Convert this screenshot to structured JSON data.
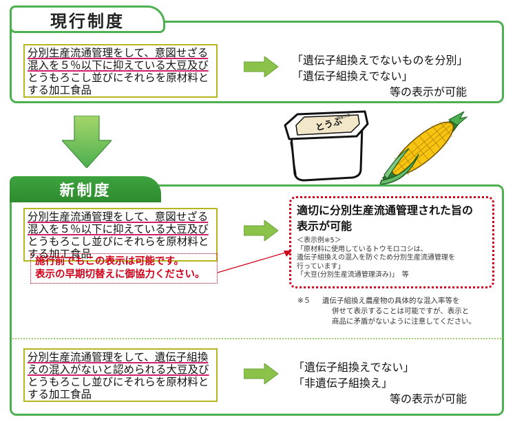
{
  "current": {
    "tab_label": "現行制度",
    "condition_lines": [
      "分別生産流通管理をして、意図せざる",
      "混入を５％以下に抑えている大豆及び",
      "とうもろこし並びにそれらを原材料と",
      "する加工食品"
    ],
    "result_lines": [
      "「遺伝子組換えでないものを分別」",
      "「遺伝子組換えでない」"
    ],
    "result_suffix": "等の表示が可能"
  },
  "new_system": {
    "tab_label": "新制度",
    "section1": {
      "condition_lines": [
        "分別生産流通管理をして、意図せざる",
        "混入を５％以下に抑えている大豆及び",
        "とうもろこし並びにそれらを原材料と",
        "する加工食品"
      ],
      "result_title_lines": [
        "適切に分別生産流通管理された旨の",
        "表示が可能"
      ],
      "example_lines": [
        "＜表示例※5＞",
        "「原材料に使用しているトウモロコシは、",
        "遺伝子組換えの混入を防ぐため分別生産流通管理を",
        "行っています」",
        "「大豆(分別生産流通管理済み)」　等"
      ],
      "note_lines": [
        "施行前でもこの表示は可能です。",
        "表示の早期切替えに御協力ください。"
      ],
      "footnote_mark": "※５",
      "footnote_lines": [
        "遺伝子組換え農産物の具体的な混入率等を",
        "併せて表示することは可能ですが、表示と",
        "商品に矛盾がないように注意してください。"
      ]
    },
    "section2": {
      "condition_lines": [
        "分別生産流通管理をして、遺伝子組換",
        "えの混入がないと認められる大豆及び",
        "とうもろこし並びにそれらを原材料と",
        "する加工食品"
      ],
      "result_lines": [
        "「遺伝子組換えでない」",
        "「非遺伝子組換え」"
      ],
      "result_suffix": "等の表示が可能"
    }
  },
  "illustration": {
    "tofu_label": "とうふ",
    "tofu_small_label": "国産大豆"
  },
  "colors": {
    "frame_green": "#4caf50",
    "arrow_green": "#8bc34a",
    "box_border": "#b6b61e",
    "underline_pink": "#d01f6a",
    "red": "#d0021b"
  }
}
